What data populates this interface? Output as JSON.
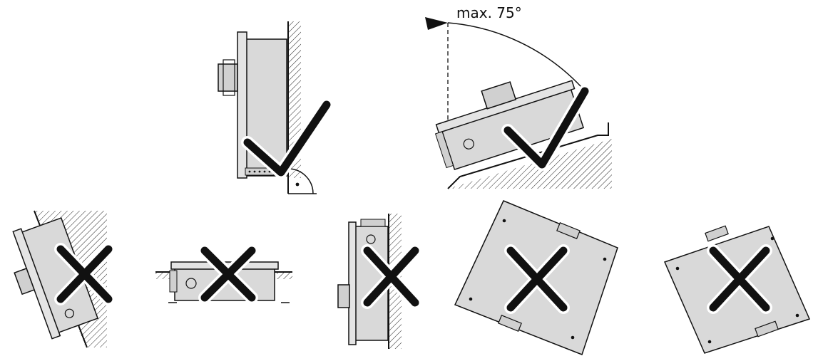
{
  "labels": {
    "max_angle": "max. 75°"
  },
  "colors": {
    "housing": "#d9d9d9",
    "line": "#111111",
    "mark": "#111111",
    "background": "#ffffff"
  },
  "panels": [
    {
      "name": "mount-vertical-wall",
      "verdict": "correct"
    },
    {
      "name": "mount-tilted-back",
      "verdict": "correct",
      "max_tilt_deg": 75
    },
    {
      "name": "mount-tilted-forward",
      "verdict": "incorrect"
    },
    {
      "name": "mount-horizontal-floor",
      "verdict": "incorrect"
    },
    {
      "name": "mount-upside-down",
      "verdict": "incorrect"
    },
    {
      "name": "mount-rotated-left",
      "verdict": "incorrect"
    },
    {
      "name": "mount-rotated-right",
      "verdict": "incorrect"
    }
  ]
}
